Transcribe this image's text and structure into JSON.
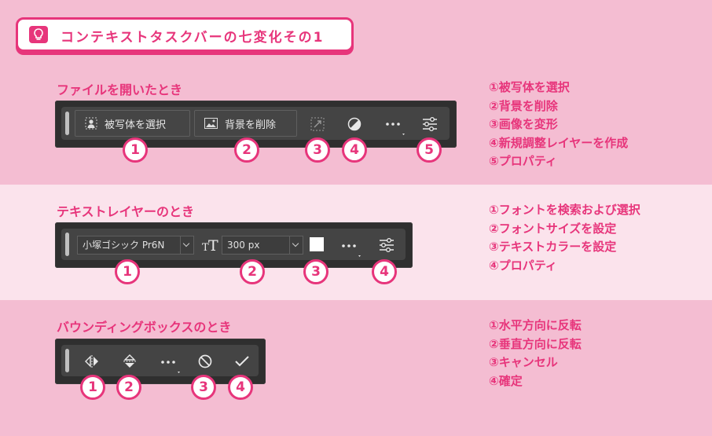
{
  "colors": {
    "accent": "#e7357b",
    "background": "#f4bdd2",
    "band_light": "#fbe3ec",
    "toolbar": "#2f2f2f"
  },
  "title": {
    "icon": "lightbulb-icon",
    "text": "コンテキストタスクバーの七変化その1"
  },
  "section1": {
    "heading": "ファイルを開いたとき",
    "buttons": {
      "select_subject": "被写体を選択",
      "remove_bg": "背景を削除"
    },
    "icons": [
      "person-icon",
      "image-icon",
      "transform-icon",
      "adjustment-icon",
      "more-icon",
      "properties-icon"
    ],
    "badges": [
      "1",
      "2",
      "3",
      "4",
      "5"
    ],
    "legend": [
      "①被写体を選択",
      "②背景を削除",
      "③画像を変形",
      "④新規調整レイヤーを作成",
      "⑤プロパティ"
    ]
  },
  "section2": {
    "heading": "テキストレイヤーのとき",
    "font_name": "小塚ゴシック Pr6N",
    "font_size": "300 px",
    "icons": [
      "text-size-icon",
      "color-swatch-icon",
      "more-icon",
      "properties-icon"
    ],
    "badges": [
      "1",
      "2",
      "3",
      "4"
    ],
    "legend": [
      "①フォントを検索および選択",
      "②フォントサイズを設定",
      "③テキストカラーを設定",
      "④プロパティ"
    ]
  },
  "section3": {
    "heading": "バウンディングボックスのとき",
    "icons": [
      "flip-horizontal-icon",
      "flip-vertical-icon",
      "more-icon",
      "cancel-icon",
      "commit-icon"
    ],
    "badges": [
      "1",
      "2",
      "3",
      "4"
    ],
    "legend": [
      "①水平方向に反転",
      "②垂直方向に反転",
      "③キャンセル",
      "④確定"
    ]
  }
}
